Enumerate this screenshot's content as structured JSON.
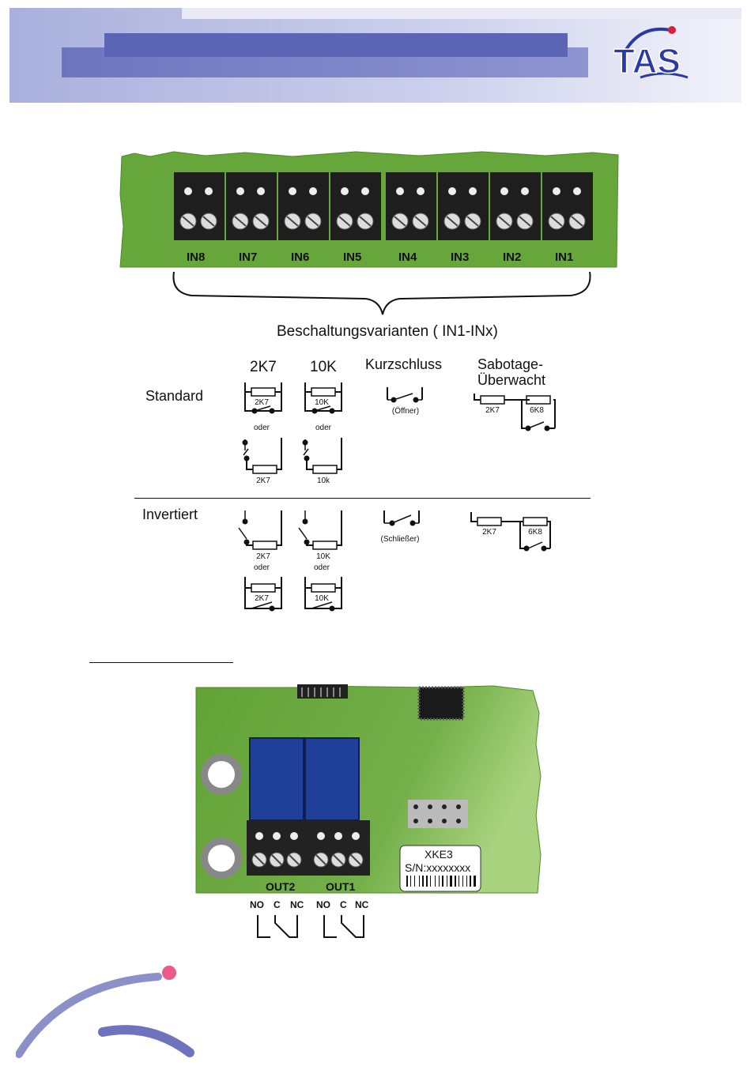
{
  "header": {
    "logo_text": "TAS",
    "colors": {
      "bar_light": "#c8cde8",
      "bar_mid": "#7f86c8",
      "bar_dark": "#5a63b6",
      "logo_blue": "#2233aa",
      "logo_red": "#d8203c"
    }
  },
  "input_board": {
    "terminals": [
      "IN8",
      "IN7",
      "IN6",
      "IN5",
      "IN4",
      "IN3",
      "IN2",
      "IN1"
    ],
    "brace_label": "Beschaltungsvarianten ( IN1-INx)",
    "board_color": "#66a63a"
  },
  "wiring": {
    "columns": {
      "c2k7": "2K7",
      "c10k": "10K",
      "short": "Kurzschluss",
      "sabotage_line1": "Sabotage-",
      "sabotage_line2": "Überwacht"
    },
    "standard": {
      "label": "Standard",
      "r_2k7": "2K7",
      "r_10k": "10K",
      "oder": "oder",
      "r_2k7_b": "2K7",
      "r_10k_b": "10k",
      "short_note": "(Öffner)",
      "sab_r1": "2K7",
      "sab_r2": "6K8"
    },
    "inverted": {
      "label": "Invertiert",
      "r_2k7": "2K7",
      "r_10k": "10K",
      "oder": "oder",
      "r_2k7_b": "2K7",
      "r_10k_b": "10K",
      "short_note": "(Schließer)",
      "sab_r1": "2K7",
      "sab_r2": "6K8"
    }
  },
  "output_board": {
    "label_line1": "XKE3",
    "label_line2": "S/N:xxxxxxxx",
    "outputs": [
      "OUT2",
      "OUT1"
    ],
    "contacts": [
      "NO",
      "C",
      "NC",
      "NO",
      "C",
      "NC"
    ],
    "relay_color": "#1f3f99"
  }
}
